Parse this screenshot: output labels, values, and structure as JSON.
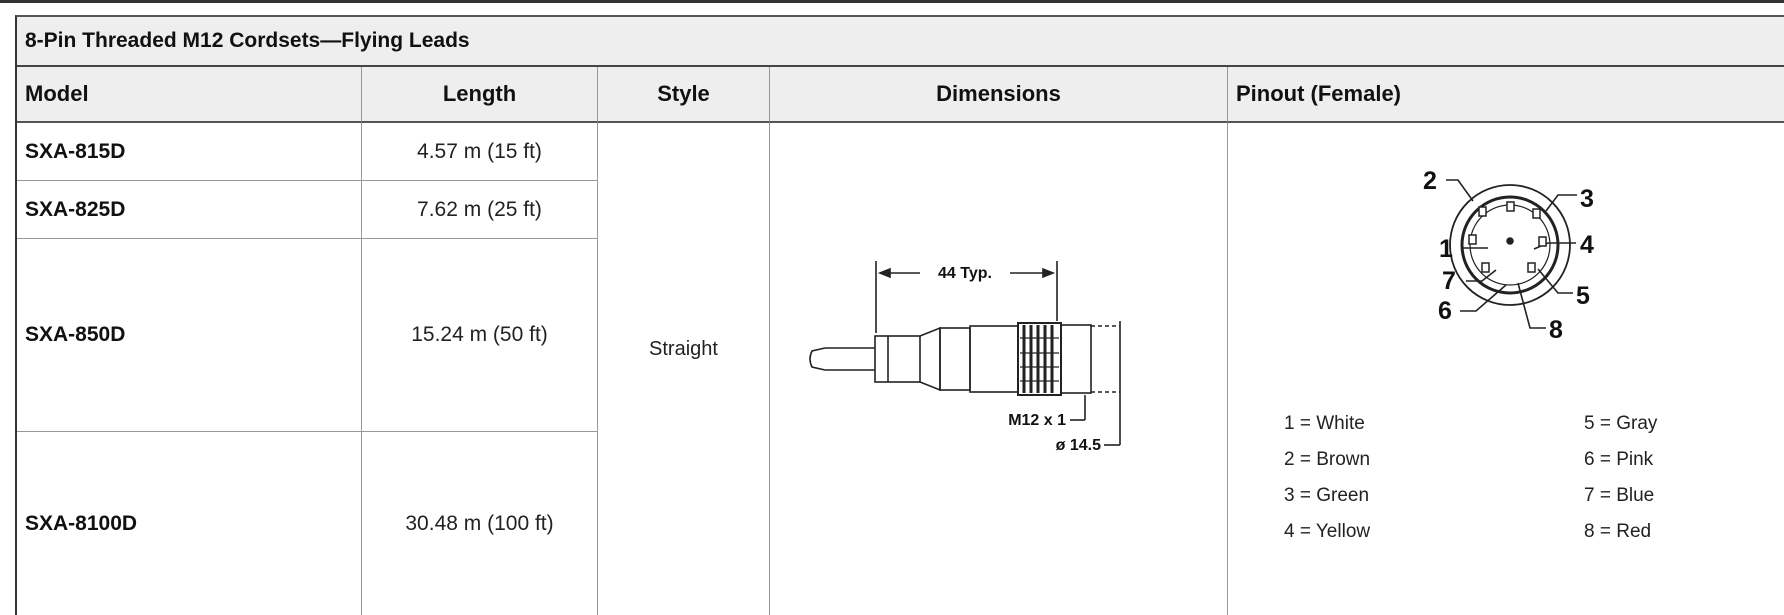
{
  "table": {
    "title": "8-Pin Threaded M12 Cordsets—Flying Leads",
    "headers": {
      "model": "Model",
      "length": "Length",
      "style": "Style",
      "dimensions": "Dimensions",
      "pinout": "Pinout (Female)"
    },
    "rows": [
      {
        "model": "SXA-815D",
        "length": "4.57 m (15 ft)"
      },
      {
        "model": "SXA-825D",
        "length": "7.62 m (25 ft)"
      },
      {
        "model": "SXA-850D",
        "length": "15.24 m (50 ft)"
      },
      {
        "model": "SXA-8100D",
        "length": "30.48 m (100 ft)"
      }
    ],
    "style": "Straight"
  },
  "dimensions": {
    "typ_label": "44 Typ.",
    "thread_label": "M12 x 1",
    "diameter_label": "ø 14.5"
  },
  "pinout": {
    "pin_numbers": [
      "1",
      "2",
      "3",
      "4",
      "5",
      "6",
      "7",
      "8"
    ],
    "legend": [
      "1 = White",
      "2 = Brown",
      "3 = Green",
      "4 = Yellow",
      "5 = Gray",
      "6 = Pink",
      "7 = Blue",
      "8 = Red"
    ]
  }
}
